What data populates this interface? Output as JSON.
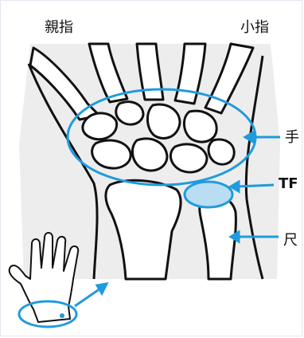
{
  "labels": {
    "thumb": "親指",
    "pinky": "小指",
    "carpal_partial": "手",
    "tfcc_partial": "TF",
    "ulna_partial": "尺"
  },
  "colors": {
    "accent": "#1f9bde",
    "bone_fill": "#ffffff",
    "background_gray": "#ededed",
    "outline": "#111111",
    "tfcc_fill": "#b9ddf3"
  },
  "icons": {
    "inset": "hand-icon"
  }
}
